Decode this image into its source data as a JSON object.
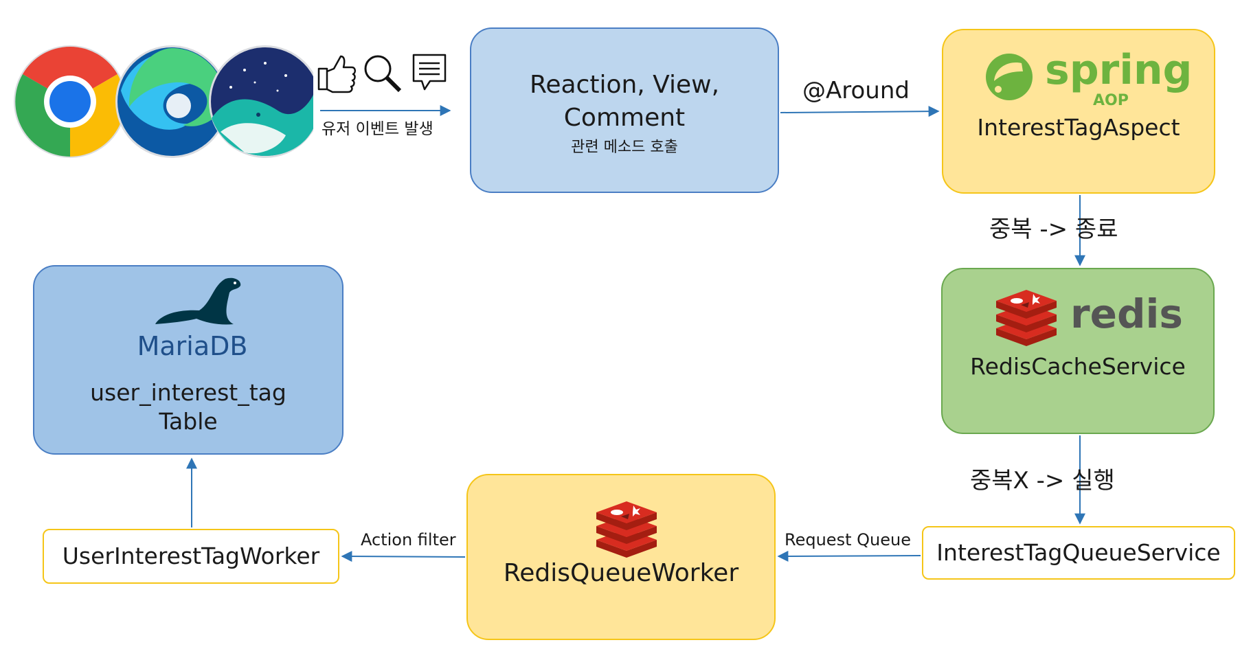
{
  "browsers": {
    "icons": [
      "chrome-browser-icon",
      "edge-browser-icon",
      "whale-browser-icon"
    ],
    "event_icons": [
      "thumbs-up-icon",
      "magnifier-icon",
      "comment-icon"
    ],
    "event_label": "유저 이벤트 발생"
  },
  "nodes": {
    "methods": {
      "title_line1": "Reaction, View,",
      "title_line2": "Comment",
      "subtitle": "관련 메소드 호출"
    },
    "aspect": {
      "logo_text": "spring",
      "logo_sub": "AOP",
      "title": "InterestTagAspect"
    },
    "cache": {
      "logo_text": "redis",
      "title": "RedisCacheService"
    },
    "queue_service": {
      "title": "InterestTagQueueService"
    },
    "queue_worker": {
      "title": "RedisQueueWorker"
    },
    "tag_worker": {
      "title": "UserInterestTagWorker"
    },
    "db": {
      "logo_text": "MariaDB",
      "title_line1": "user_interest_tag",
      "title_line2": "Table"
    }
  },
  "edges": {
    "around": "@Around",
    "dup_exit": "중복 -> 종료",
    "nodup_run": "중복X -> 실행",
    "request_queue": "Request Queue",
    "action_filter": "Action filter"
  },
  "colors": {
    "arrow": "#2e75b6",
    "box_blue": "#bdd6ee",
    "box_yellow": "#ffe599",
    "box_green": "#a9d18e",
    "spring_green": "#6db33f",
    "redis_red": "#d82c20",
    "mariadb_blue": "#003545"
  }
}
